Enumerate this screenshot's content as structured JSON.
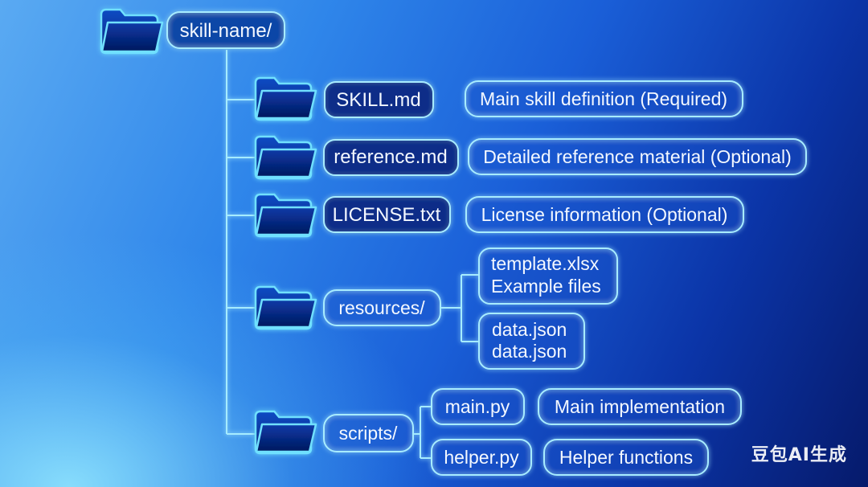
{
  "tree": {
    "root": {
      "label": "skill-name/"
    },
    "files": [
      {
        "name": "SKILL.md",
        "desc": "Main skill definition (Required)"
      },
      {
        "name": "reference.md",
        "desc": "Detailed reference material (Optional)"
      },
      {
        "name": "LICENSE.txt",
        "desc": "License information (Optional)"
      }
    ],
    "resources": {
      "label": "resources/",
      "children": [
        {
          "lines": [
            "template.xlsx",
            "Example files"
          ]
        },
        {
          "lines": [
            "data.json",
            "data.json"
          ]
        }
      ]
    },
    "scripts": {
      "label": "scripts/",
      "children": [
        {
          "name": "main.py",
          "desc": "Main implementation"
        },
        {
          "name": "helper.py",
          "desc": "Helper functions"
        }
      ]
    }
  },
  "watermark": "豆包AI生成",
  "colors": {
    "line": "#9fe6ff",
    "pill_dark": "#0a2f8f",
    "folder_glow": "#6fe0ff"
  }
}
